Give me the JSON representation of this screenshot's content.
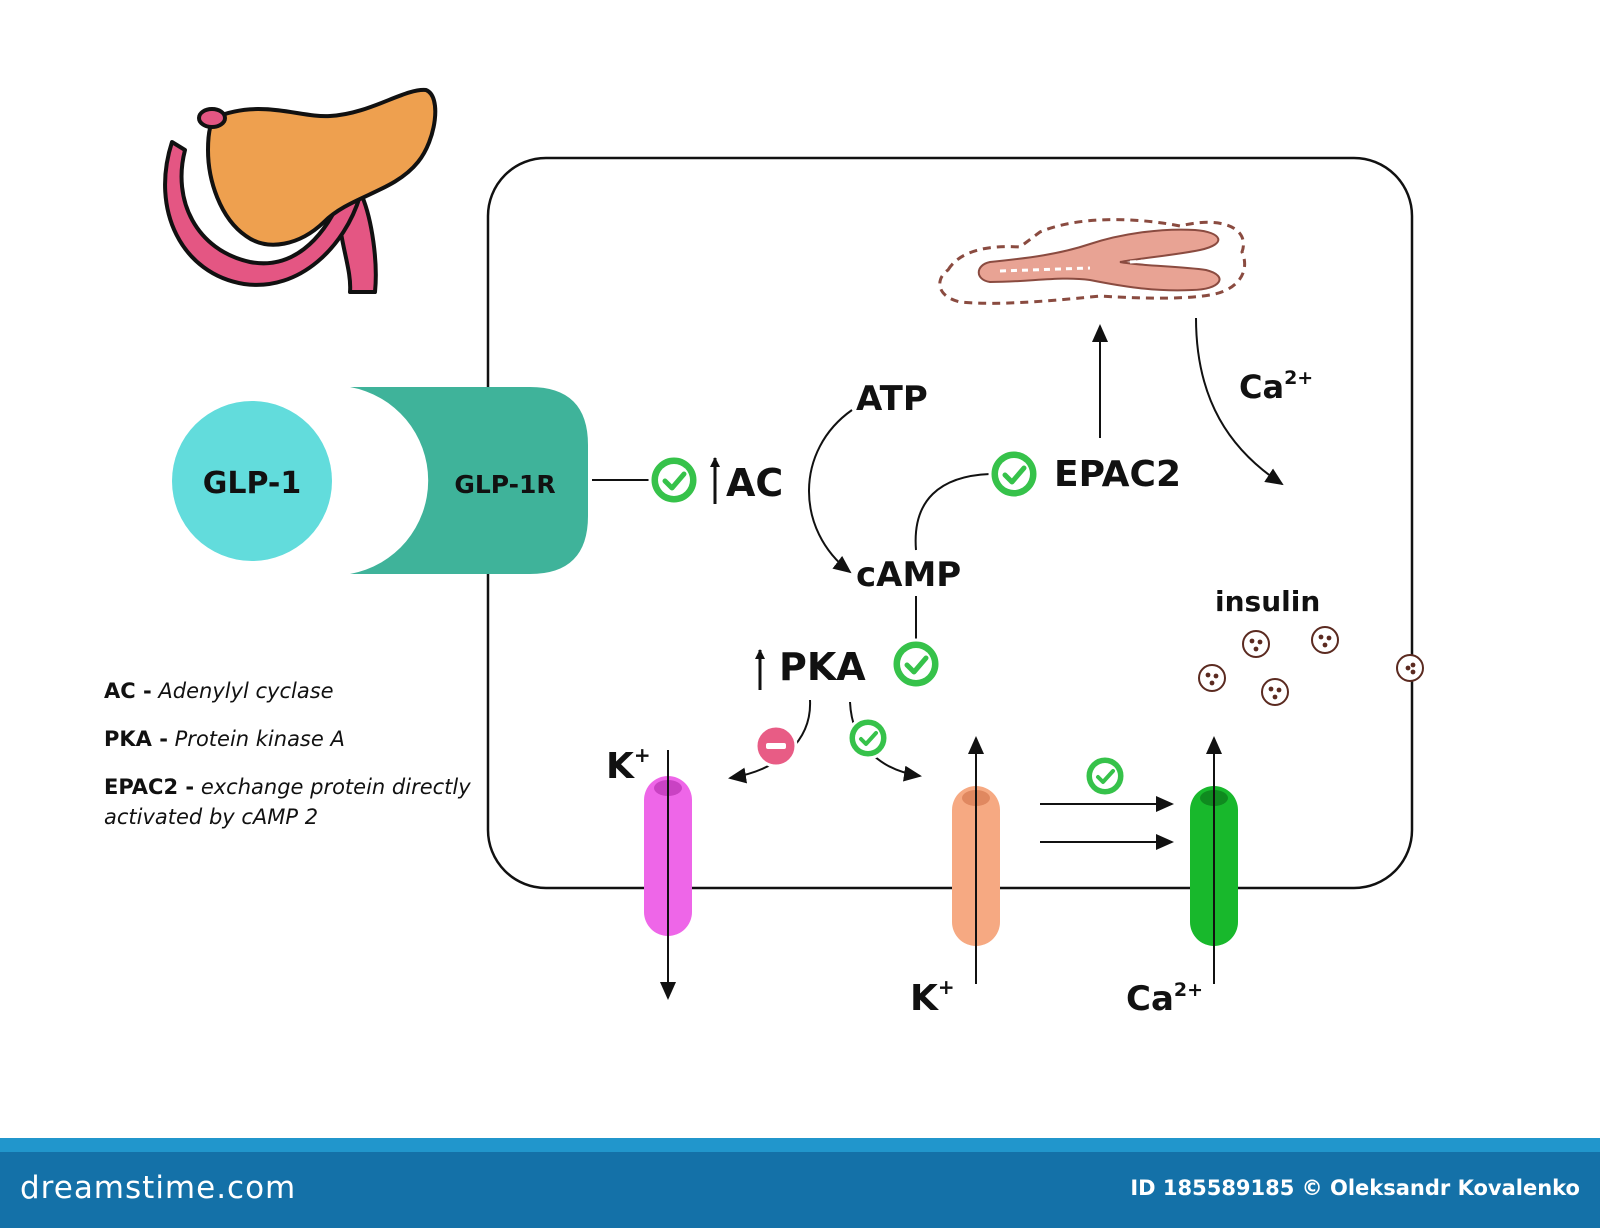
{
  "labels": {
    "glp1": "GLP-1",
    "glp1r": "GLP-1R",
    "ac": "AC",
    "atp": "ATP",
    "camp": "cAMP",
    "epac2": "EPAC2",
    "pka": "PKA",
    "ca_top": "Ca",
    "ca_top_sup": "2+",
    "insulin": "insulin",
    "k_left": "K",
    "k_left_sup": "+",
    "k_right": "K",
    "k_right_sup": "+",
    "ca_bottom": "Ca",
    "ca_bottom_sup": "2+"
  },
  "legend": [
    {
      "abbr": "AC -",
      "definition": "Adenylyl cyclase"
    },
    {
      "abbr": "PKA -",
      "definition": "Protein kinase A"
    },
    {
      "abbr": "EPAC2 -",
      "definition": "exchange protein directly activated by cAMP 2"
    }
  ],
  "footer": {
    "logo": "dreamstime.com",
    "credit": "ID 185589185 © Oleksandr Kovalenko"
  },
  "colors": {
    "glp1": "#62dcdc",
    "glp1r": "#3fb39a",
    "check": "#36c24a",
    "inhibit": "#e85c85",
    "k_out_channel": "#ee66e8",
    "k_in_channel": "#f6a982",
    "ca_channel": "#18b82c",
    "pancreas": "#eea04f",
    "duodenum": "#e45683",
    "er": "#e8a394",
    "footer_bar": "#1471a8",
    "footer_stripe": "#2196cc"
  }
}
